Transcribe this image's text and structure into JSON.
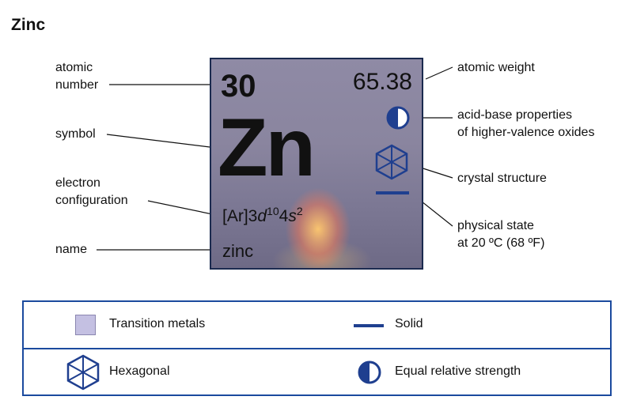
{
  "title": "Zinc",
  "element": {
    "atomic_number": "30",
    "atomic_weight": "65.38",
    "symbol": "Zn",
    "config_prefix": "[Ar]3",
    "config_d": "d",
    "config_d_exp": "10",
    "config_mid": "4",
    "config_s": "s",
    "config_s_exp": "2",
    "name": "zinc"
  },
  "callouts": {
    "atomic_number": [
      "atomic",
      "number"
    ],
    "symbol": "symbol",
    "electron_configuration": [
      "electron",
      "configuration"
    ],
    "name": "name",
    "atomic_weight": "atomic weight",
    "acid_base": [
      "acid-base properties",
      "of higher-valence oxides"
    ],
    "crystal_structure": "crystal structure",
    "physical_state": [
      "physical state",
      "at 20 ºC (68 ºF)"
    ]
  },
  "legend": {
    "category": "Transition metals",
    "state": "Solid",
    "crystal": "Hexagonal",
    "acid_base": "Equal relative strength"
  },
  "colors": {
    "accent": "#1b4a9e",
    "icon": "#1f3f8f",
    "category_swatch": "#c4c0e2",
    "tile_border": "#1b2a4f"
  },
  "icons": {
    "acid_base": "half-filled-circle-icon",
    "crystal": "hexagonal-crystal-icon",
    "state": "solid-state-bar-icon"
  }
}
